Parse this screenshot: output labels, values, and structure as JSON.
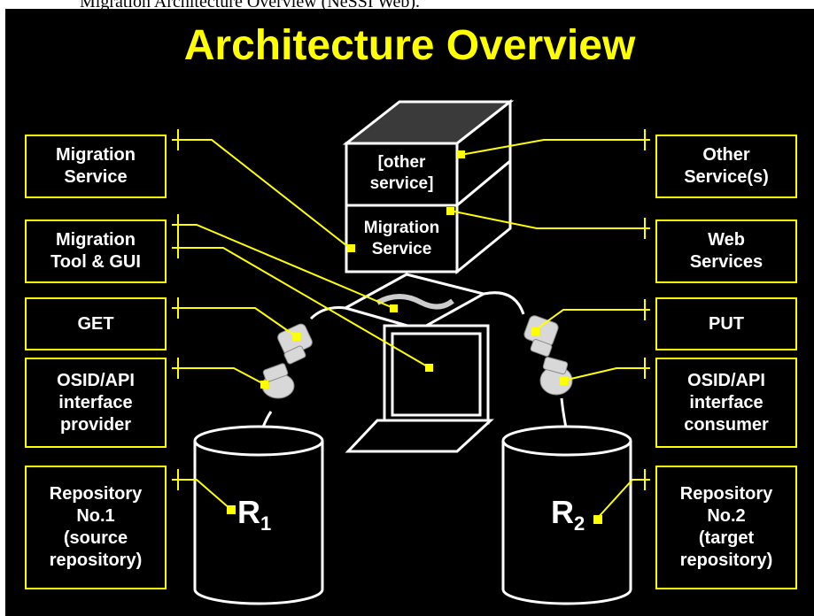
{
  "caption": "Migration Architecture Overview (NeSSI Web).",
  "title": "Architecture Overview",
  "colors": {
    "accent": "#ffff00",
    "background": "#000000",
    "text": "#ffffff"
  },
  "left_boxes": [
    {
      "id": "migration-service",
      "lines": [
        "Migration",
        "Service"
      ]
    },
    {
      "id": "migration-tool",
      "lines": [
        "Migration",
        "Tool & GUI"
      ]
    },
    {
      "id": "get",
      "lines": [
        "GET"
      ]
    },
    {
      "id": "osid-provider",
      "lines": [
        "OSID/API",
        "interface",
        "provider"
      ]
    },
    {
      "id": "repository-1",
      "lines": [
        "Repository",
        "No.1",
        "(source",
        "repository)"
      ]
    }
  ],
  "right_boxes": [
    {
      "id": "other-services",
      "lines": [
        "Other",
        "Service(s)"
      ]
    },
    {
      "id": "web-services",
      "lines": [
        "Web",
        "Services"
      ]
    },
    {
      "id": "put",
      "lines": [
        "PUT"
      ]
    },
    {
      "id": "osid-consumer",
      "lines": [
        "OSID/API",
        "interface",
        "consumer"
      ]
    },
    {
      "id": "repository-2",
      "lines": [
        "Repository",
        "No.2",
        "(target",
        "repository)"
      ]
    }
  ],
  "cubes": {
    "top": [
      "[other",
      "service]"
    ],
    "bottom": [
      "Migration",
      "Service"
    ]
  },
  "repos": {
    "r1": {
      "letter": "R",
      "sub": "1"
    },
    "r2": {
      "letter": "R",
      "sub": "2"
    }
  }
}
